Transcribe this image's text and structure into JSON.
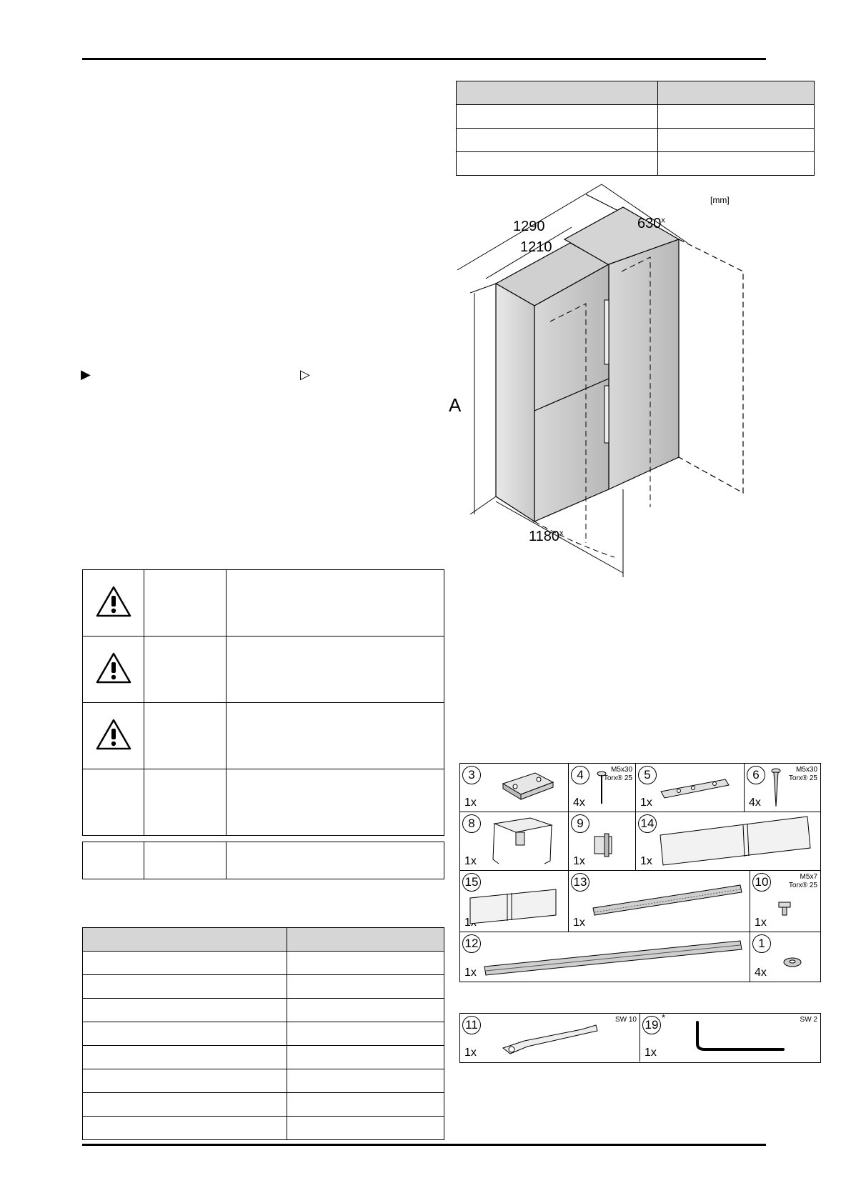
{
  "dimension_table_right": {
    "rows": 4,
    "cols": 2
  },
  "dimension_drawing": {
    "unit": "[mm]",
    "width_overall": "1290",
    "width_body": "1210",
    "depth": "630",
    "depth_mark": "x",
    "height_label": "A",
    "door_swing": "1180",
    "door_swing_mark": "x"
  },
  "navigation_markers": {
    "action": "▶",
    "result": "▷"
  },
  "safety_notes": {
    "rows": 4,
    "warning_symbol": "warning-triangle-icon"
  },
  "left_table": {
    "rows": 9,
    "cols": 2
  },
  "parts": [
    {
      "num": "3",
      "qty": "1x",
      "spec": ""
    },
    {
      "num": "4",
      "qty": "4x",
      "spec": "M5x30 Torx® 25"
    },
    {
      "num": "5",
      "qty": "1x",
      "spec": ""
    },
    {
      "num": "6",
      "qty": "4x",
      "spec": "M5x30 Torx® 25"
    },
    {
      "num": "8",
      "qty": "1x",
      "spec": ""
    },
    {
      "num": "9",
      "qty": "1x",
      "spec": ""
    },
    {
      "num": "14",
      "qty": "1x",
      "spec": ""
    },
    {
      "num": "15",
      "qty": "1x",
      "spec": ""
    },
    {
      "num": "13",
      "qty": "1x",
      "spec": ""
    },
    {
      "num": "10",
      "qty": "1x",
      "spec": "M5x7 Torx® 25"
    },
    {
      "num": "12",
      "qty": "1x",
      "spec": ""
    },
    {
      "num": "1",
      "qty": "4x",
      "spec": ""
    }
  ],
  "tools": [
    {
      "num": "11",
      "qty": "1x",
      "spec": "SW 10",
      "mark": ""
    },
    {
      "num": "19",
      "qty": "1x",
      "spec": "SW 2",
      "mark": "*"
    }
  ]
}
